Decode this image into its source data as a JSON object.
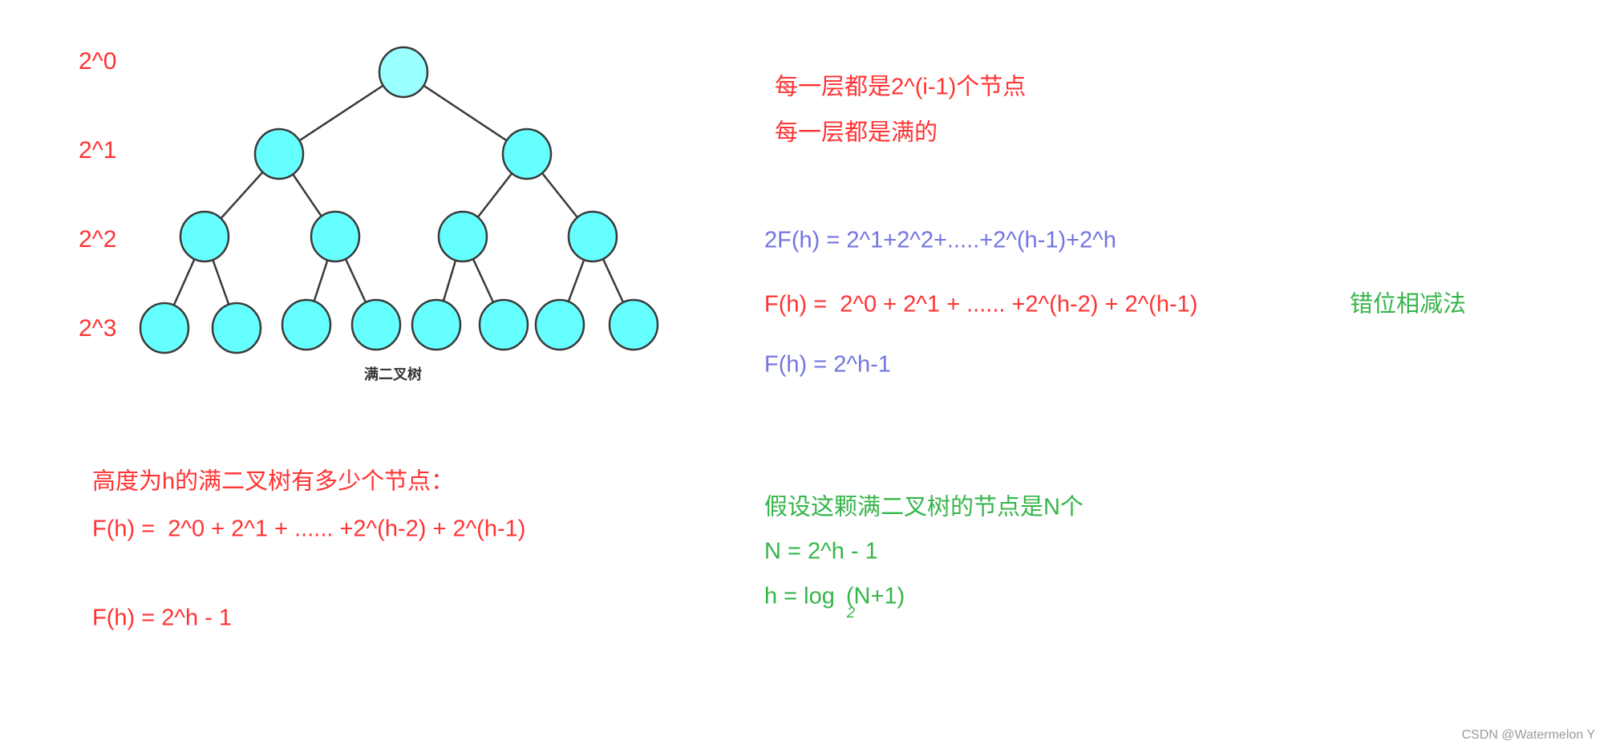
{
  "tree": {
    "level_labels": [
      "2^0",
      "2^1",
      "2^2",
      "2^3"
    ],
    "caption": "满二叉树",
    "colors": {
      "node_fill": "#66ffff",
      "root_fill": "#99ffff",
      "stroke": "#3a3a3a"
    }
  },
  "notes_top_right": {
    "line1": "每一层都是2^(i-1)个节点",
    "line2": "每一层都是满的"
  },
  "derivation": {
    "double": "2F(h) = 2^1+2^2+.....+2^(h-1)+2^h",
    "sum": "F(h) =  2^0 + 2^1 + ...... +2^(h-2) + 2^(h-1)",
    "method": "错位相减法",
    "result": "F(h) = 2^h-1"
  },
  "bottom_left": {
    "question": "高度为h的满二叉树有多少个节点：",
    "sum": "F(h) =  2^0 + 2^1 + ...... +2^(h-2) + 2^(h-1)",
    "result": "F(h) = 2^h - 1"
  },
  "bottom_right": {
    "assume": "假设这颗满二叉树的节点是N个",
    "n_formula": "N = 2^h - 1",
    "h_formula_prefix": "h = log",
    "h_formula_base": "2",
    "h_formula_suffix": "(N+1)"
  },
  "watermark": "CSDN @Watermelon Y",
  "colors": {
    "red": "#ff3333",
    "blue": "#7276e0",
    "green": "#35b54a"
  }
}
